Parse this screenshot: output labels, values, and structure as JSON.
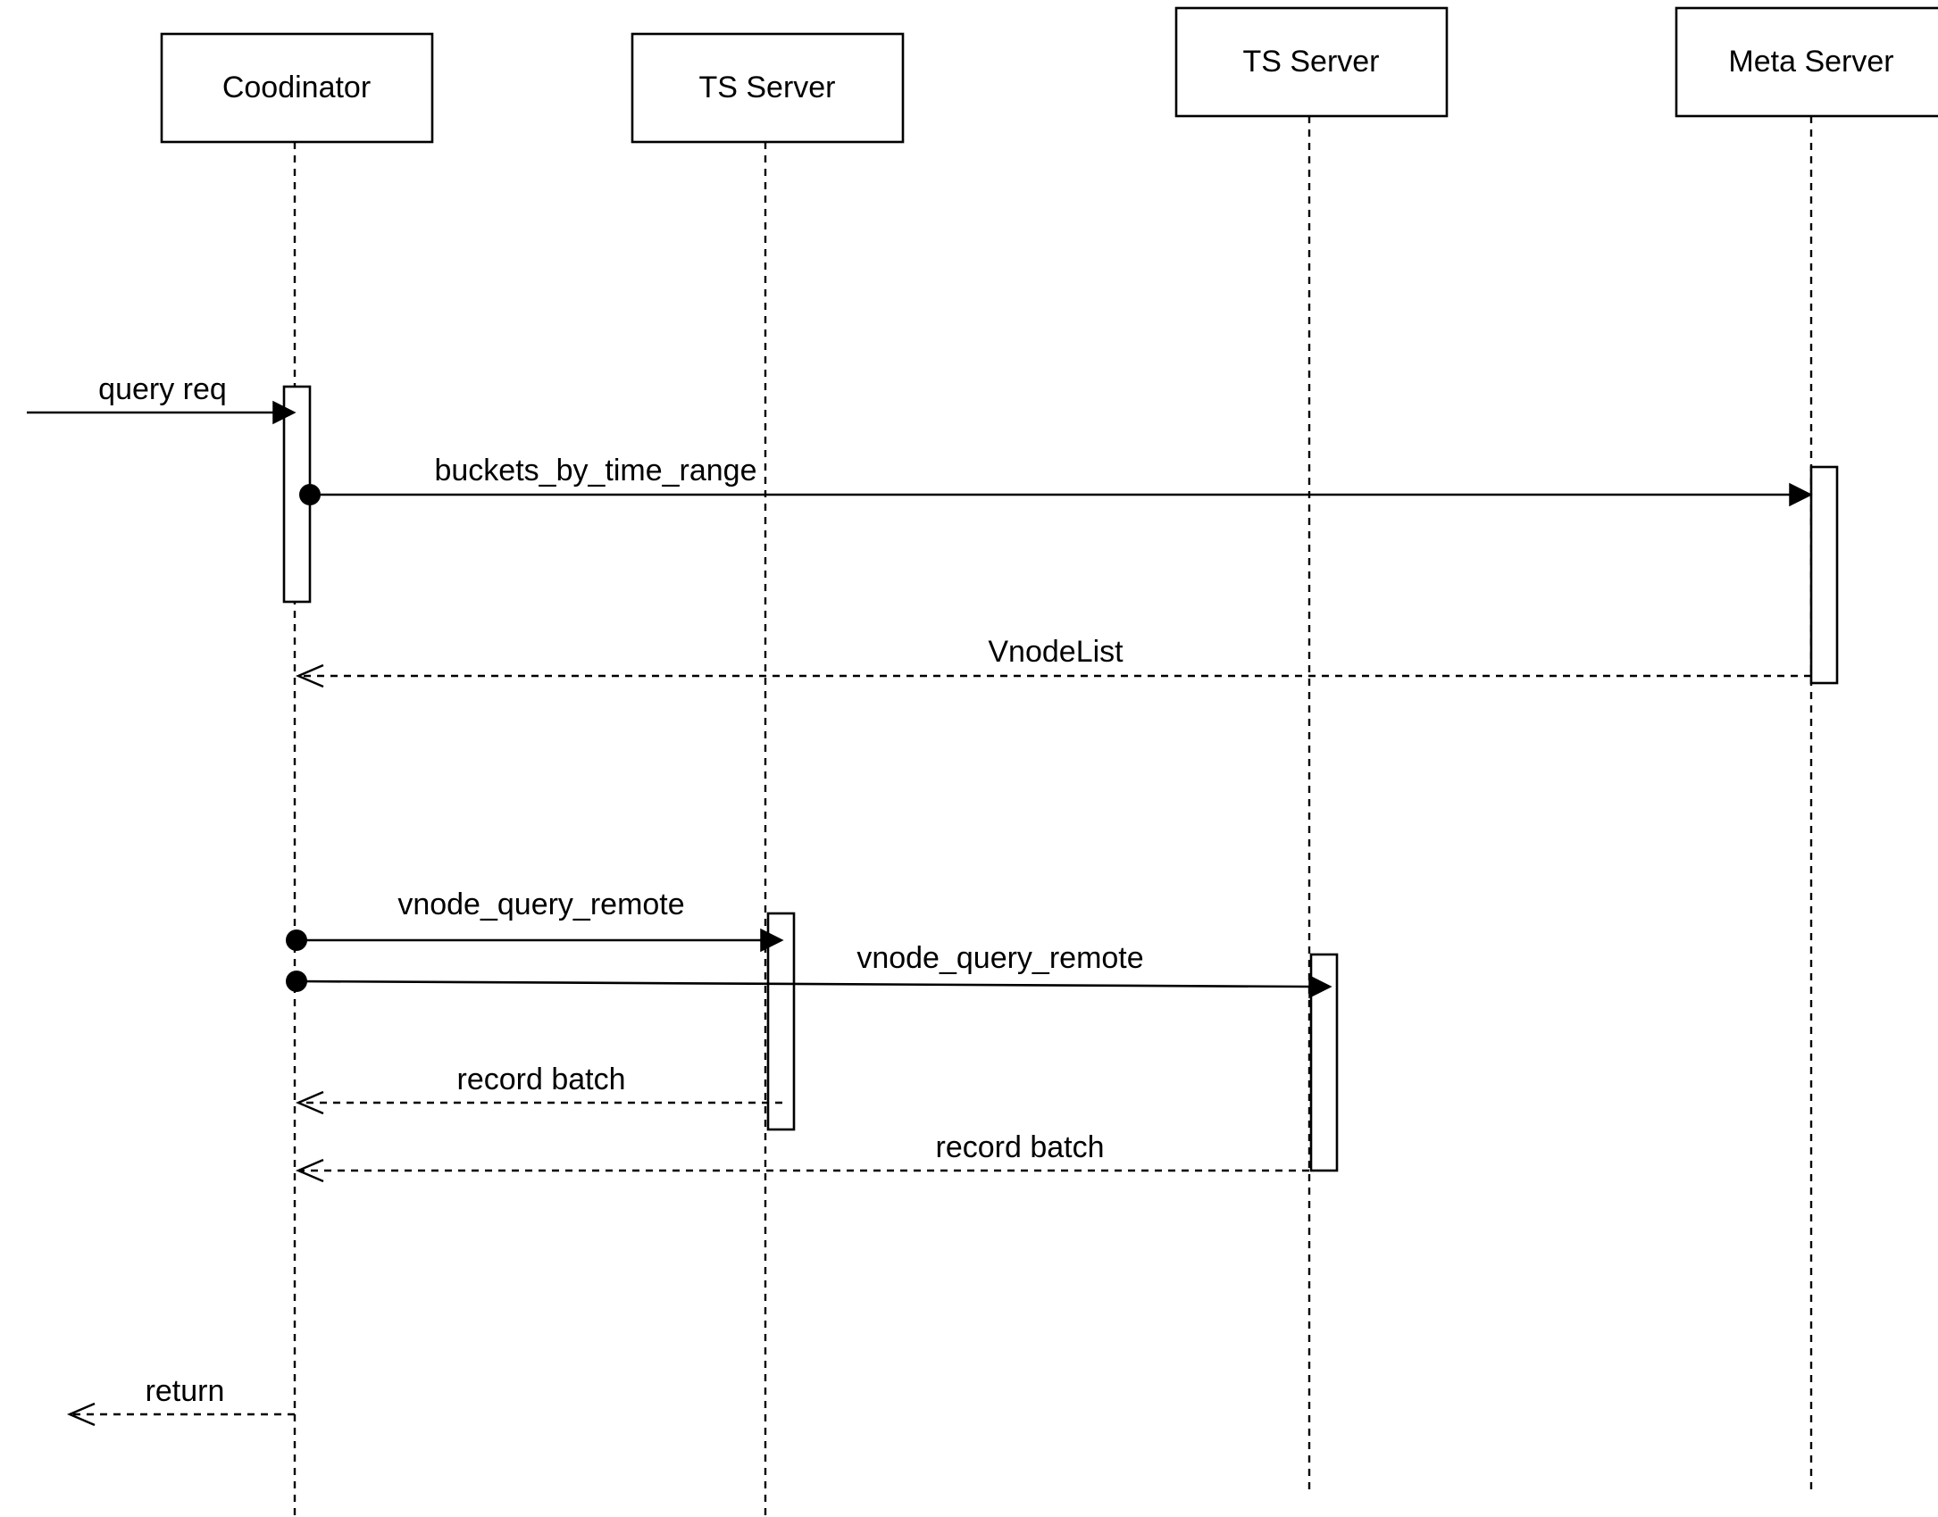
{
  "participants": [
    {
      "id": "coordinator",
      "label": "Coodinator"
    },
    {
      "id": "ts1",
      "label": "TS Server"
    },
    {
      "id": "ts2",
      "label": "TS Server"
    },
    {
      "id": "meta",
      "label": "Meta Server"
    }
  ],
  "messages": [
    {
      "id": "m1",
      "label": "query req",
      "from": "external",
      "to": "coordinator",
      "style": "solid"
    },
    {
      "id": "m2",
      "label": "buckets_by_time_range",
      "from": "coordinator",
      "to": "meta",
      "style": "solid"
    },
    {
      "id": "m3",
      "label": "VnodeList",
      "from": "meta",
      "to": "coordinator",
      "style": "dashed-return"
    },
    {
      "id": "m4",
      "label": "vnode_query_remote",
      "from": "coordinator",
      "to": "ts1",
      "style": "solid"
    },
    {
      "id": "m5",
      "label": "vnode_query_remote",
      "from": "coordinator",
      "to": "ts2",
      "style": "solid"
    },
    {
      "id": "m6",
      "label": "record batch",
      "from": "ts1",
      "to": "coordinator",
      "style": "dashed-return"
    },
    {
      "id": "m7",
      "label": "record batch",
      "from": "ts2",
      "to": "coordinator",
      "style": "dashed-return"
    },
    {
      "id": "m8",
      "label": "return",
      "from": "coordinator",
      "to": "external",
      "style": "dashed-return"
    }
  ]
}
